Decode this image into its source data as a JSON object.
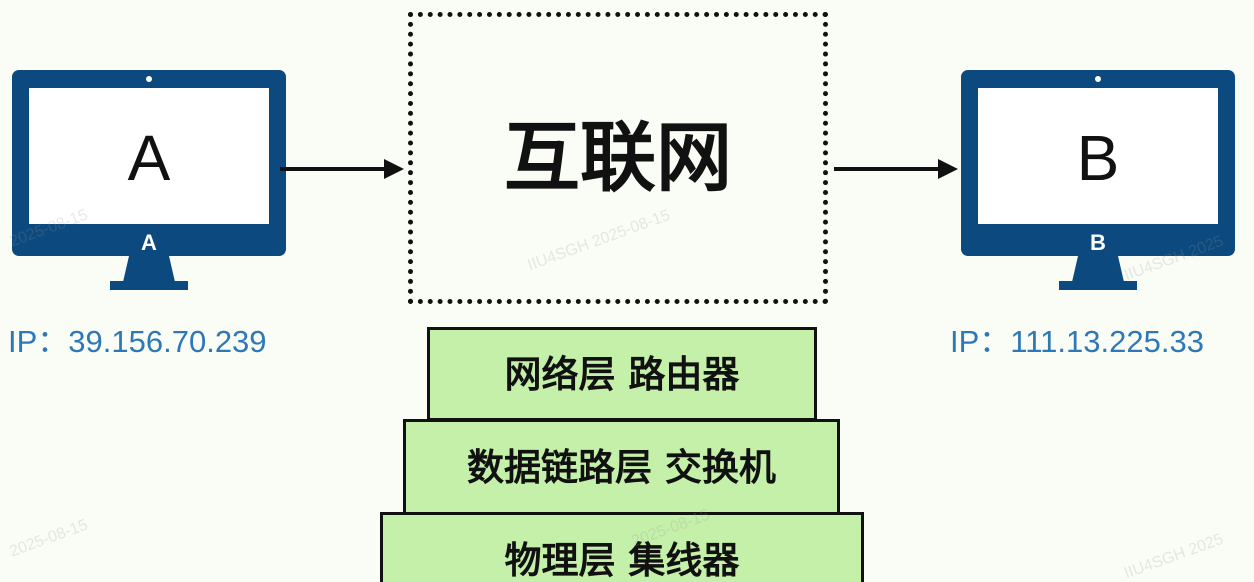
{
  "diagram": {
    "host_a": {
      "screen_label": "A",
      "chin_label": "A",
      "ip_label": "IP：39.156.70.239"
    },
    "host_b": {
      "screen_label": "B",
      "chin_label": "B",
      "ip_label": "IP：111.13.225.33"
    },
    "internet": {
      "label": "互联网"
    },
    "layers": [
      {
        "label": "网络层 路由器"
      },
      {
        "label": "数据链路层 交换机"
      },
      {
        "label": "物理层 集线器"
      }
    ],
    "watermarks": [
      "2025-08-15",
      "IIU4SGH  2025-08-15",
      "IIU4SGH  2025",
      "2025-08-15",
      "2025-08-15",
      "IIU4SGH  2025"
    ]
  },
  "colors": {
    "monitor": "#0c497e",
    "ip_text": "#2f78b8",
    "layer_fill": "#c4f0a9",
    "background": "#fafdf5"
  }
}
